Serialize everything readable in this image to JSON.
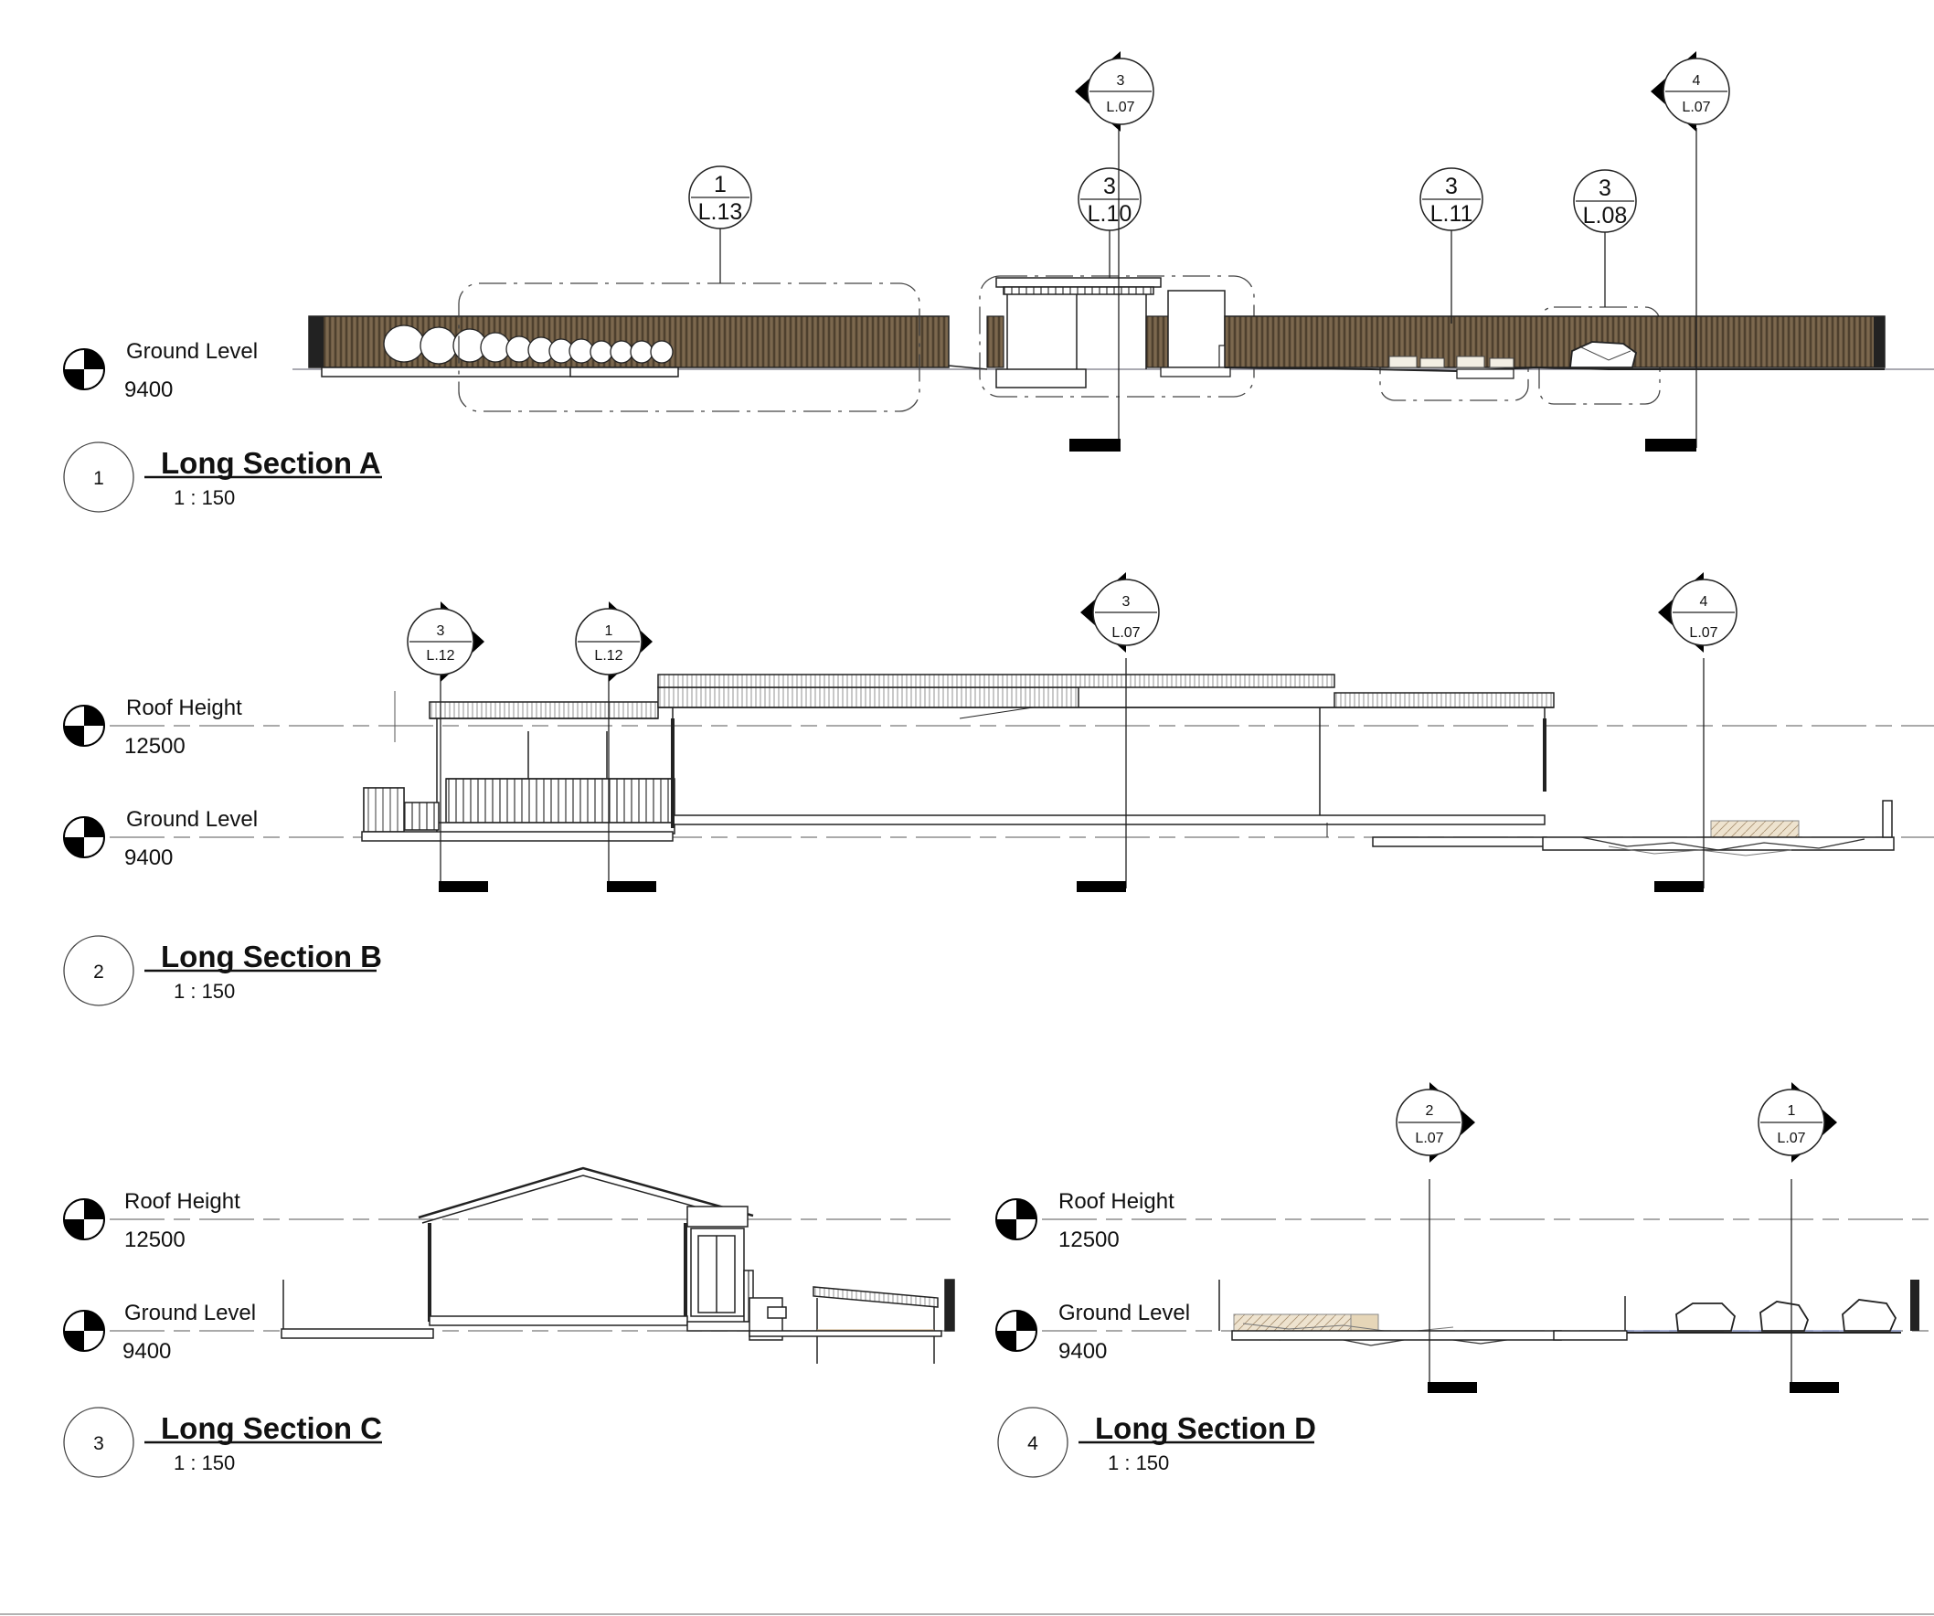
{
  "sections": [
    {
      "number": "1",
      "title": "Long Section A",
      "scale": "1 : 150",
      "levels": [
        {
          "name": "Ground Level",
          "value": "9400"
        }
      ],
      "section_markers": [
        {
          "num": "3",
          "ref": "L.07"
        },
        {
          "num": "4",
          "ref": "L.07"
        }
      ],
      "detail_callouts": [
        {
          "num": "1",
          "ref": "L.13"
        },
        {
          "num": "3",
          "ref": "L.10"
        },
        {
          "num": "3",
          "ref": "L.11"
        },
        {
          "num": "3",
          "ref": "L.08"
        }
      ]
    },
    {
      "number": "2",
      "title": "Long Section B",
      "scale": "1 : 150",
      "levels": [
        {
          "name": "Roof Height",
          "value": "12500"
        },
        {
          "name": "Ground Level",
          "value": "9400"
        }
      ],
      "section_markers": [
        {
          "num": "3",
          "ref": "L.12"
        },
        {
          "num": "1",
          "ref": "L.12"
        },
        {
          "num": "3",
          "ref": "L.07"
        },
        {
          "num": "4",
          "ref": "L.07"
        }
      ]
    },
    {
      "number": "3",
      "title": "Long Section C",
      "scale": "1 : 150",
      "levels": [
        {
          "name": "Roof Height",
          "value": "12500"
        },
        {
          "name": "Ground Level",
          "value": "9400"
        }
      ]
    },
    {
      "number": "4",
      "title": "Long Section D",
      "scale": "1 : 150",
      "levels": [
        {
          "name": "Roof Height",
          "value": "12500"
        },
        {
          "name": "Ground Level",
          "value": "9400"
        }
      ],
      "section_markers": [
        {
          "num": "2",
          "ref": "L.07"
        },
        {
          "num": "1",
          "ref": "L.07"
        }
      ]
    }
  ],
  "colors": {
    "line": "#1a1a1a",
    "fence": "#5b4b38",
    "timber": "#c9a77a",
    "blue": "#5566aa"
  }
}
